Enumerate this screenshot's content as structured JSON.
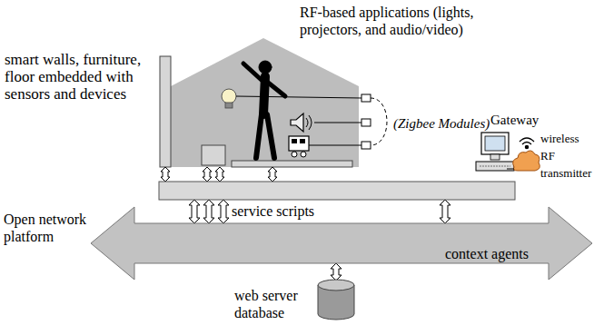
{
  "diagram": {
    "nodes": [
      {
        "text": [
          "service scripts"
        ]
      },
      {
        "text": [
          "Open network platform",
          "context agents"
        ]
      },
      {
        "text": [
          "web server database"
        ]
      }
    ],
    "edges": [
      {
        "from": 0,
        "to": 1,
        "arrow": "both"
      },
      {
        "from": 0,
        "to": 1,
        "arrow": "both"
      },
      {
        "from": 0,
        "to": 1,
        "arrow": "both"
      },
      {
        "from": 0,
        "to": 1,
        "arrow": "both"
      },
      {
        "from": 1,
        "to": 2,
        "arrow": "both"
      }
    ],
    "labels": [
      "RF-based applications (lights, projectors, and audio/video)",
      "smart walls, furniture, floor embedded with sensors and devices",
      "(Zigbee Modules)",
      "Gateway",
      "wireless RF transmitter"
    ]
  }
}
